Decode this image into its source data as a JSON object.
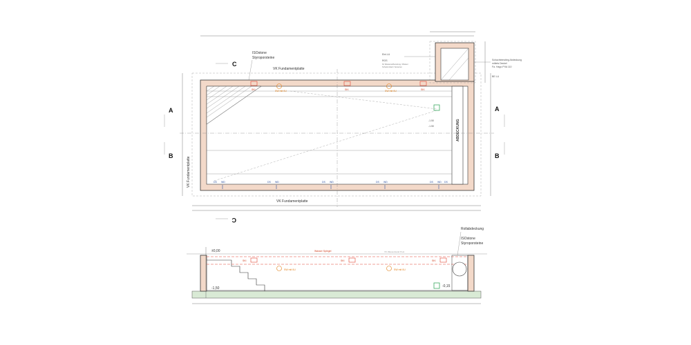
{
  "plan": {
    "labels": {
      "isostone_top": "ISOstone",
      "styro_top": "Styroporsteine",
      "vk_top": "VK Fundamentplatte",
      "vk_left": "VK Fundamentplatte",
      "vk_bottom": "VK Fundamentplatte",
      "section_c": "C",
      "section_a": "A",
      "section_b": "B",
      "einl": "Einl.LU",
      "ros": "ROS",
      "ros_note1": "für Wasseraufbereitung / Wasser",
      "ros_note2": "Schwimmbad / Sensoren",
      "schacht1": "Schachteinstieg Abdeckung",
      "schacht2": "mittels Deckel",
      "schacht3": "Fa. Hago PVA 110",
      "be_lu": "BE LU",
      "abdeckung": "ABDECKUNG",
      "lvl1": "-1.50",
      "lvl2": "-1.50"
    },
    "markers": {
      "red": [
        "SKi",
        "SKi",
        "SKi"
      ],
      "orange": [
        "SW mit 0U",
        "SW mit 0U"
      ],
      "blue": [
        "DS",
        "WD",
        "DS",
        "WD",
        "DS",
        "WD",
        "DS",
        "WD",
        "DS",
        "WD",
        "DS"
      ]
    }
  },
  "section": {
    "labels": {
      "level_top": "±0,00",
      "level_bottom": "-1,50",
      "level_right": "-0,15",
      "rollabdeckung": "Rollabdeckung",
      "isostone": "ISOstone",
      "styro": "Styroporsteine",
      "wasser": "Wasser Spiegel",
      "wasser2": "VK Wasserstand Pool"
    },
    "markers": {
      "red": [
        "SKi",
        "SKi",
        "SKi"
      ],
      "orange": [
        "SW mit 0U",
        "SW mit 0U"
      ]
    }
  },
  "colors": {
    "wall": "#f3d9c9",
    "red": "#e04030",
    "orange": "#e07a10",
    "blue": "#2b4f9e",
    "green": "#3aa860",
    "ground": "#d9ead5"
  }
}
